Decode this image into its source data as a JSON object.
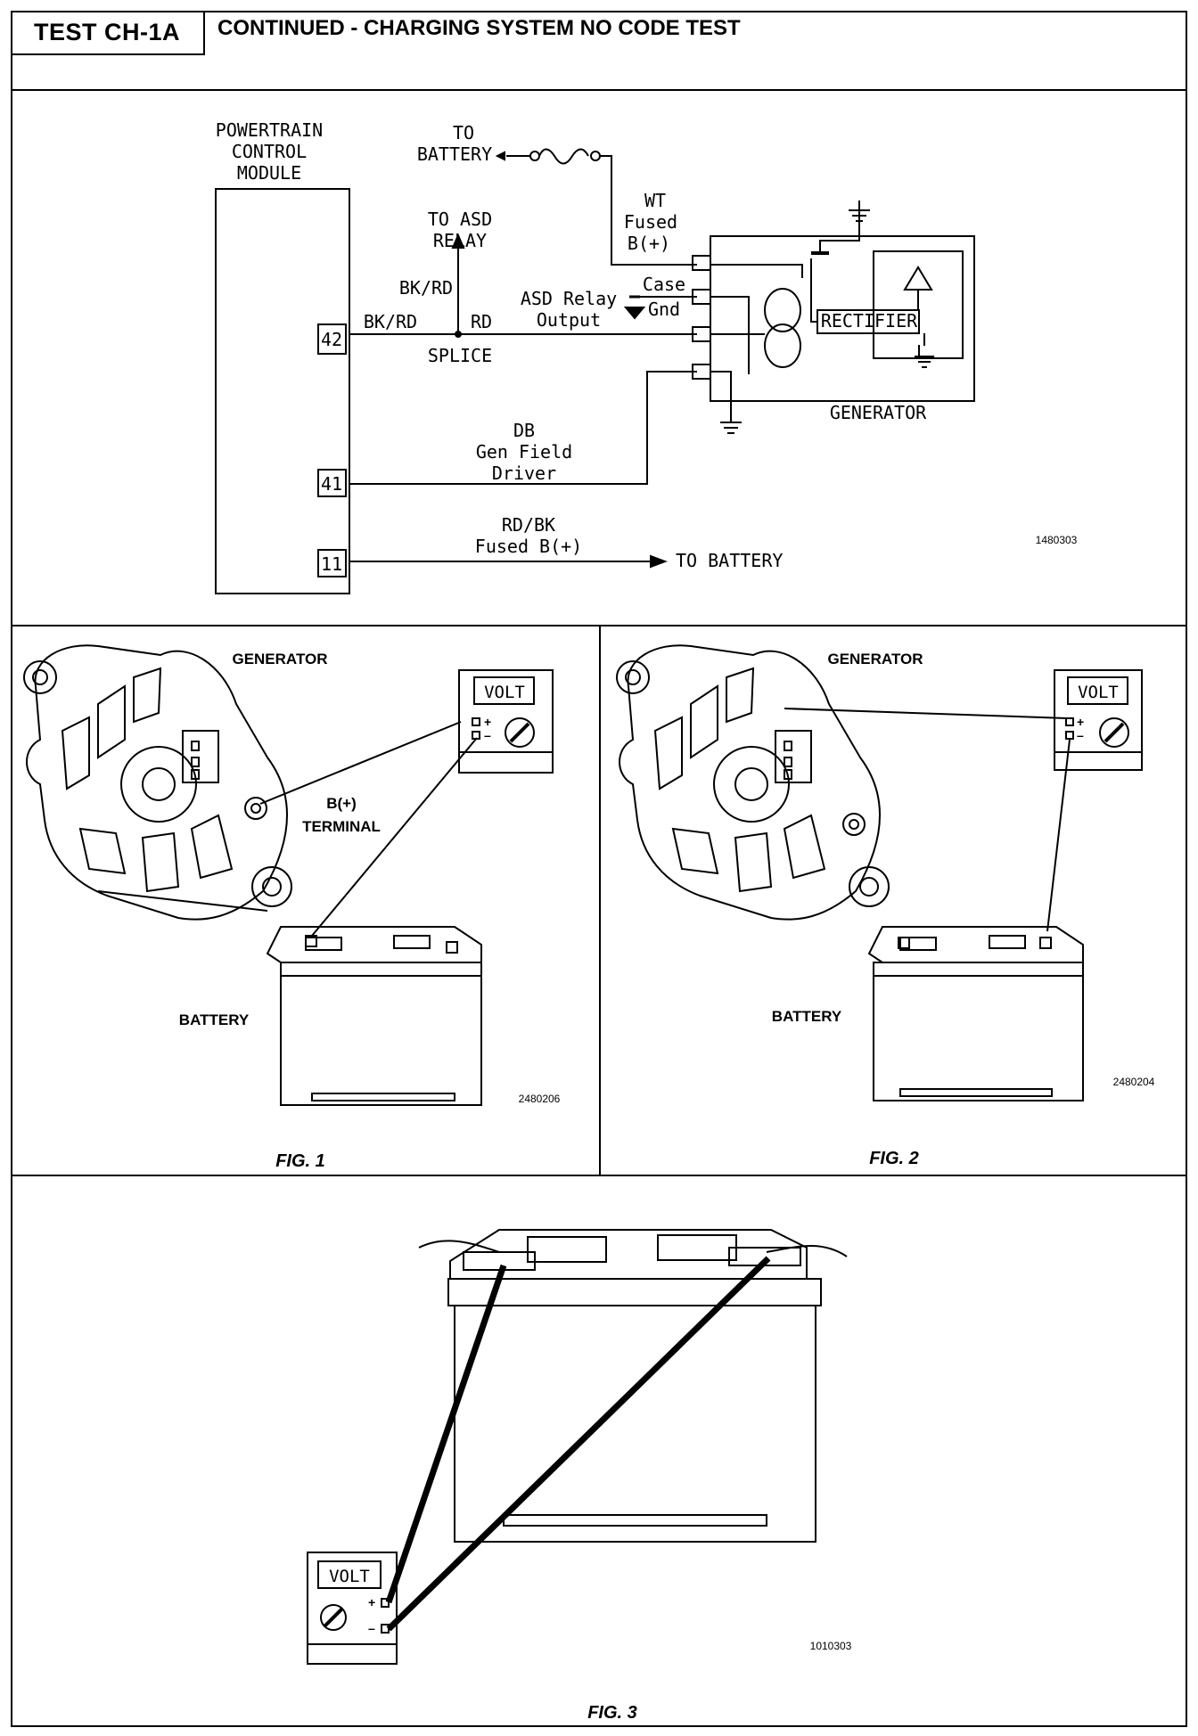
{
  "header": {
    "test_id": "TEST CH-1A",
    "title": "CONTINUED - CHARGING SYSTEM NO CODE TEST"
  },
  "schematic": {
    "pcm_label": [
      "POWERTRAIN",
      "CONTROL",
      "MODULE"
    ],
    "pins": {
      "p42": "42",
      "p41": "41",
      "p11": "11"
    },
    "to_battery_top": [
      "TO",
      "BATTERY"
    ],
    "wt_label": [
      "WT",
      "Fused",
      "B(+)"
    ],
    "to_asd_relay": [
      "TO ASD",
      "RELAY"
    ],
    "bk_rd_vertical": "BK/RD",
    "bk_rd": "BK/RD",
    "rd": "RD",
    "asd_relay_output": [
      "ASD Relay",
      "Output"
    ],
    "case_gnd": [
      "Case",
      "Gnd"
    ],
    "splice": "SPLICE",
    "rectifier": "RECTIFIER",
    "generator": "GENERATOR",
    "db_label": [
      "DB",
      "Gen Field",
      "Driver"
    ],
    "rd_bk_label": [
      "RD/BK",
      "Fused B(+)"
    ],
    "to_battery_right": "TO BATTERY",
    "figure_code": "1480303"
  },
  "fig1": {
    "generator": "GENERATOR",
    "b_terminal": [
      "B(+)",
      "TERMINAL"
    ],
    "battery": "BATTERY",
    "volt": "VOLT",
    "plus": "+",
    "minus": "–",
    "code": "2480206",
    "caption": "FIG. 1"
  },
  "fig2": {
    "generator": "GENERATOR",
    "battery": "BATTERY",
    "volt": "VOLT",
    "plus": "+",
    "minus": "–",
    "code": "2480204",
    "caption": "FIG. 2"
  },
  "fig3": {
    "volt": "VOLT",
    "plus": "+",
    "minus": "–",
    "code": "1010303",
    "caption": "FIG. 3"
  }
}
